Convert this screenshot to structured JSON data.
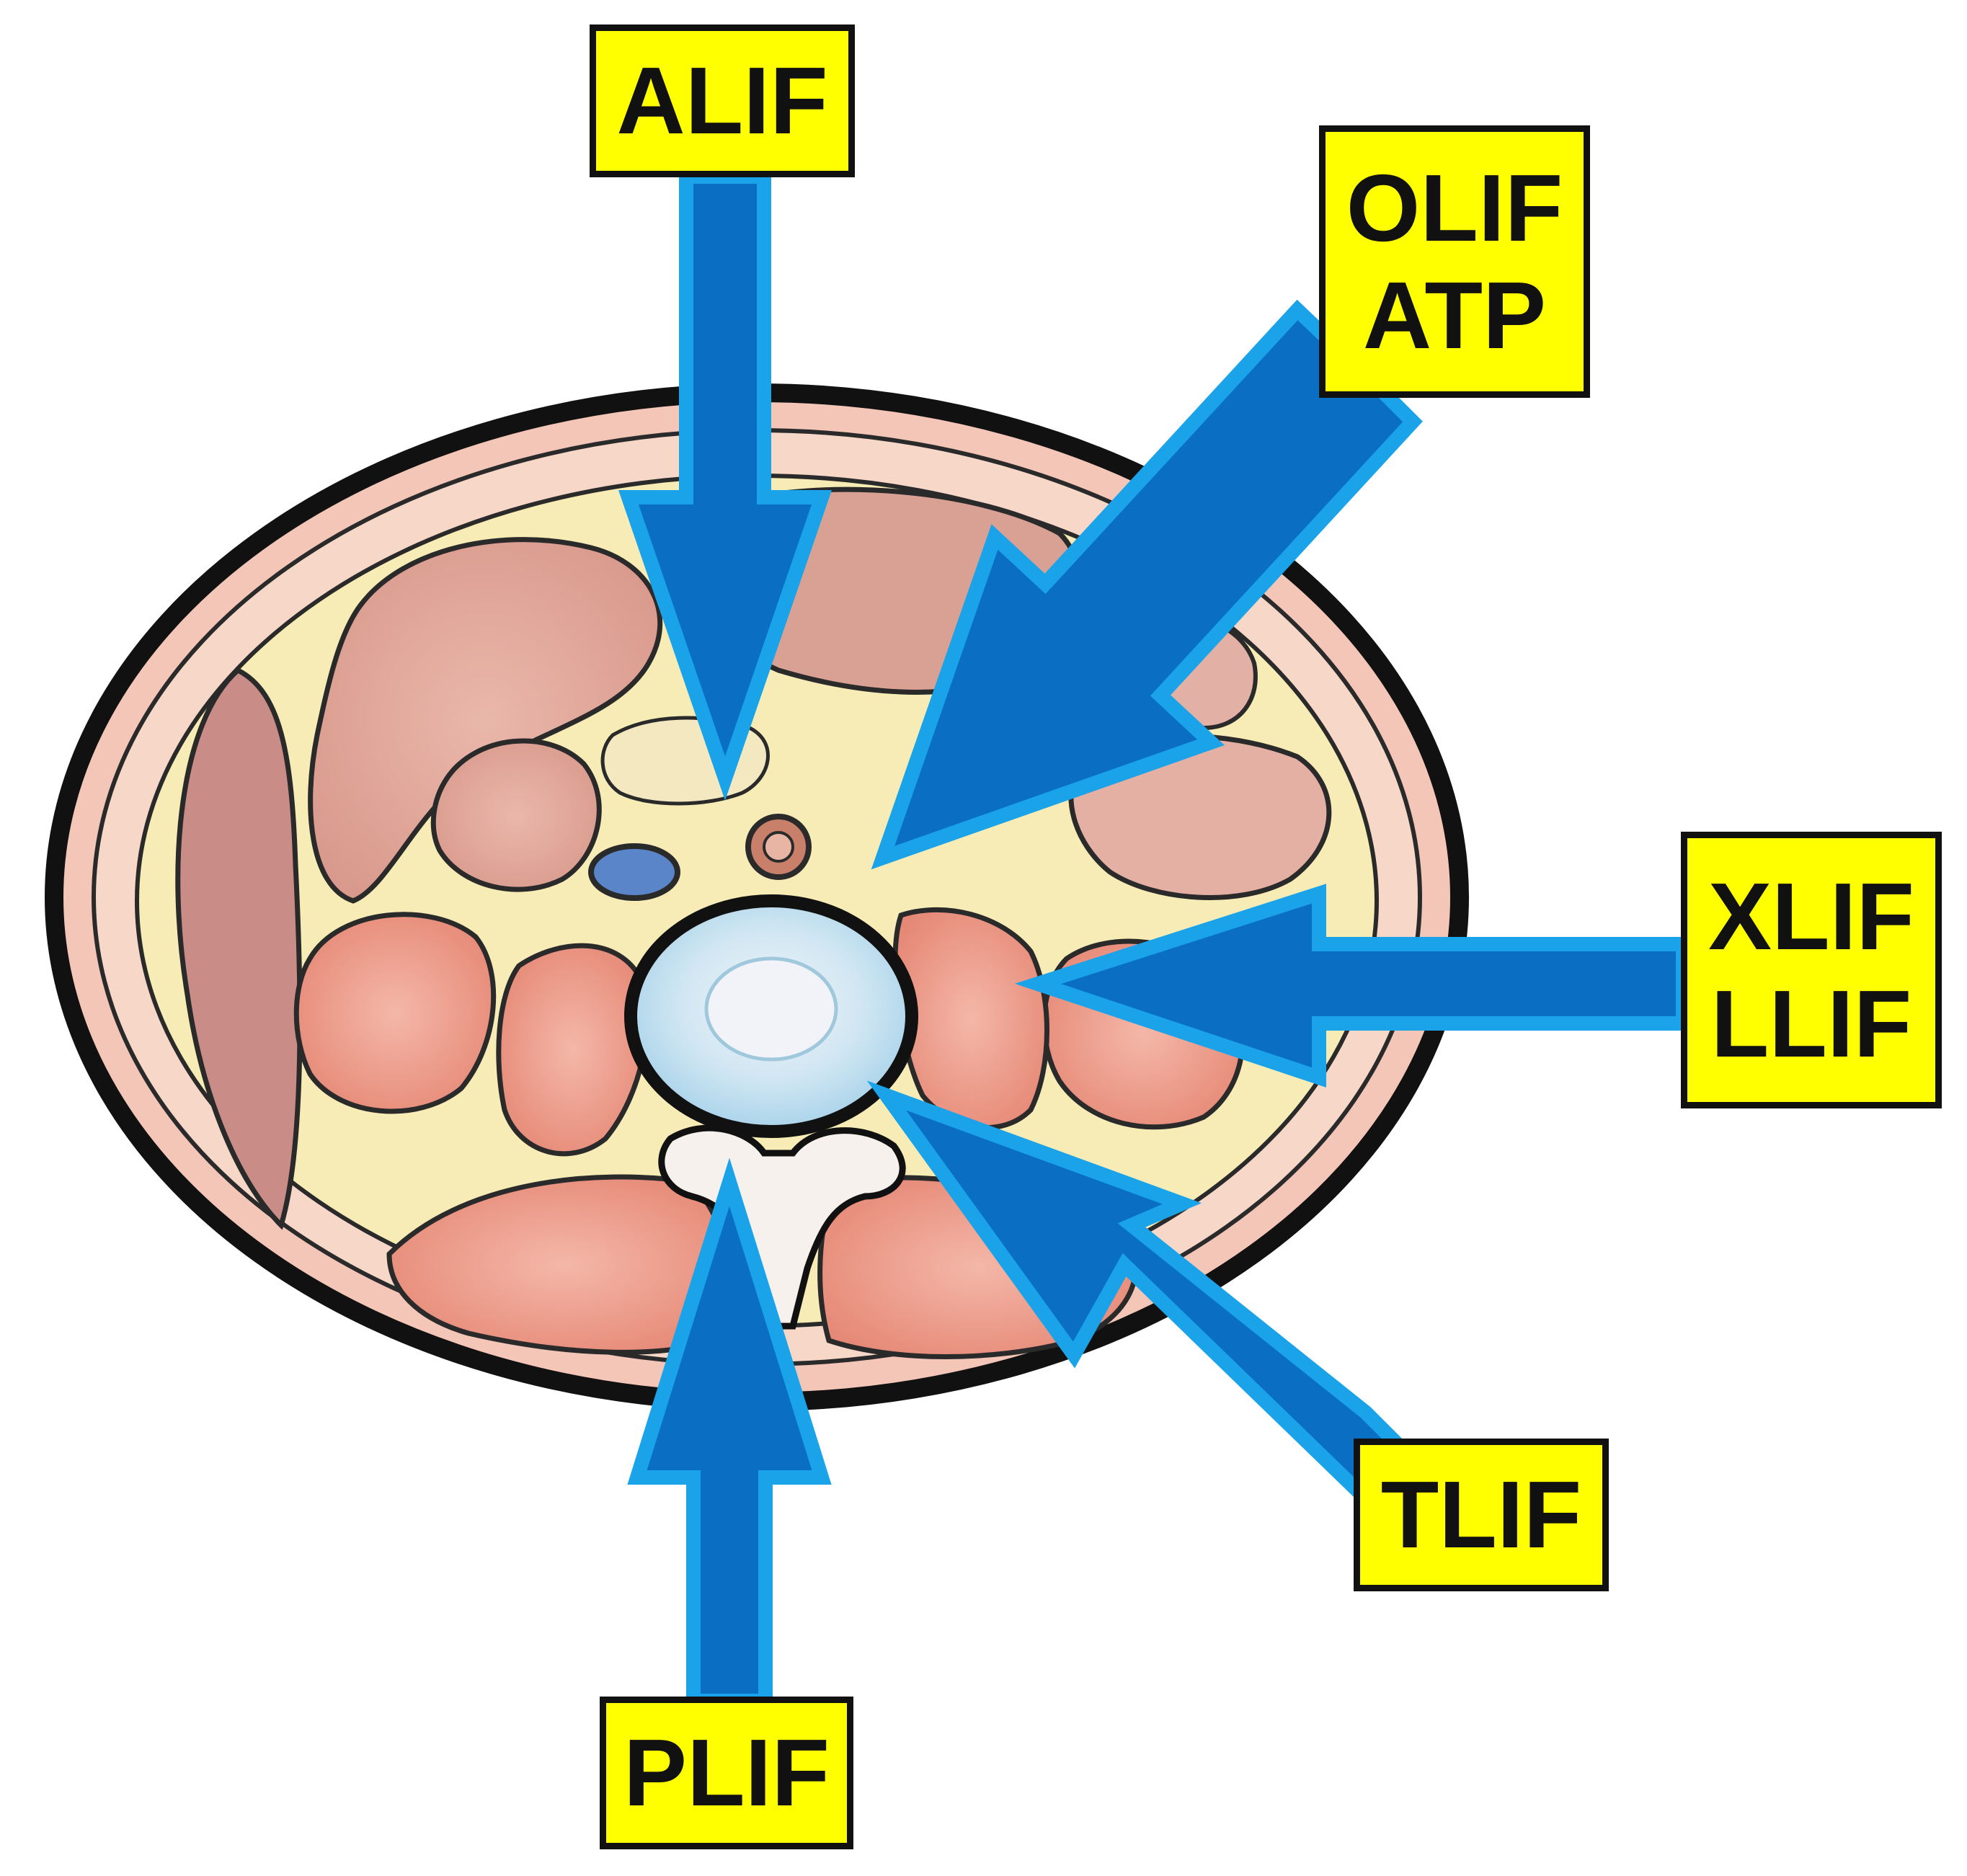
{
  "colors": {
    "label_fill": "#ffff00",
    "label_border": "#111111",
    "arrow_outer": "#1aa3e8",
    "arrow_inner": "#0a6fc2",
    "body_outline": "#111111",
    "skin_fill": "#f3c6b8",
    "fat_fill": "#f7ecb5",
    "muscle_fill": "#e7998f",
    "disc_fill": "#d7ecf5",
    "vessel_vein": "#5a86c9",
    "vessel_artery": "#c9806a"
  },
  "labels": {
    "alif": [
      "ALIF"
    ],
    "olif": [
      "OLIF",
      "ATP"
    ],
    "xlif": [
      "XLIF",
      "LLIF"
    ],
    "tlif": [
      "TLIF"
    ],
    "plif": [
      "PLIF"
    ]
  }
}
